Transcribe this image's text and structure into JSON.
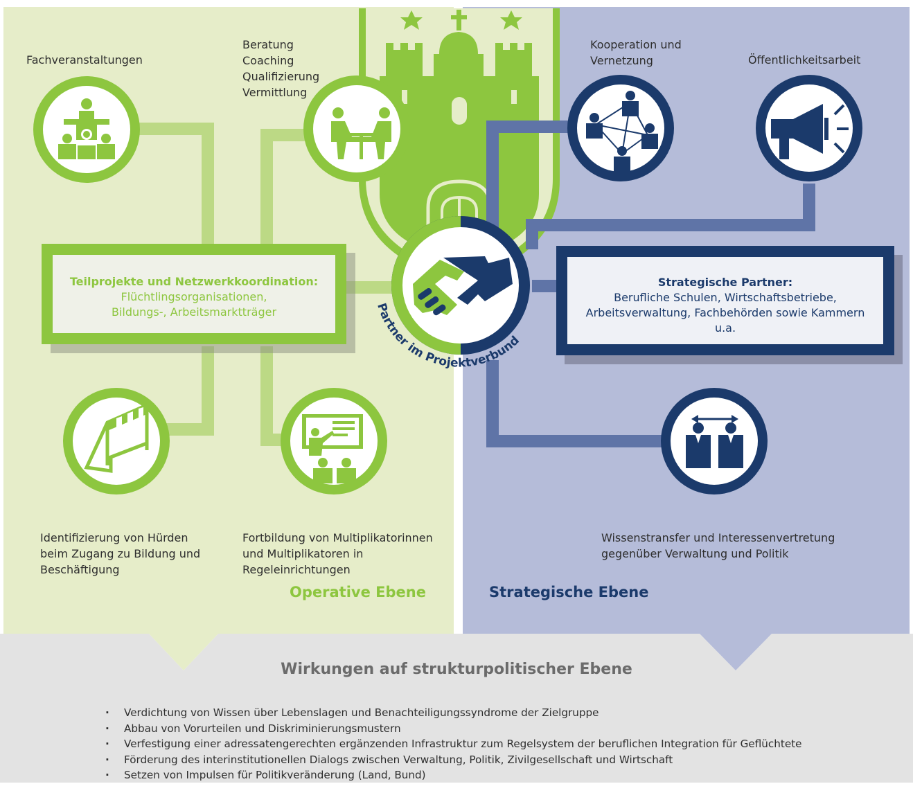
{
  "operative": {
    "title": "Operative Ebene",
    "box_title": "Teilprojekte und Netzwerkkoordination:",
    "box_lines": [
      "Flüchtlingsorganisationen,",
      "Bildungs-, Arbeitsmarktträger"
    ],
    "items": [
      {
        "lines": [
          "Fachveranstaltungen"
        ],
        "icon": "conference-icon"
      },
      {
        "lines": [
          "Beratung",
          "Coaching",
          "Qualifizierung",
          "Vermittlung"
        ],
        "icon": "counseling-icon"
      },
      {
        "lines": [
          "Identifizierung von Hürden",
          "beim Zugang zu Bildung und",
          "Beschäftigung"
        ],
        "icon": "hurdle-icon"
      },
      {
        "lines": [
          "Fortbildung von Multiplikatorinnen",
          "und Multiplikatoren in",
          "Regeleinrichtungen"
        ],
        "icon": "presentation-icon"
      }
    ]
  },
  "center": {
    "label": "Partner im Projektverbund",
    "icon": "handshake-icon",
    "background_icon": "hamburg-coat-of-arms-icon"
  },
  "strategic": {
    "title": "Strategische Ebene",
    "box_title": "Strategische Partner:",
    "box_lines": [
      "Berufliche Schulen, Wirtschaftsbetriebe,",
      "Arbeitsverwaltung, Fachbehörden sowie Kammern",
      "u.a."
    ],
    "items": [
      {
        "lines": [
          "Kooperation und",
          "Vernetzung"
        ],
        "icon": "network-icon"
      },
      {
        "lines": [
          "Öffentlichkeitsarbeit"
        ],
        "icon": "megaphone-icon"
      },
      {
        "lines": [
          "Wissenstransfer und Interessenvertretung",
          "gegenüber Verwaltung und Politik"
        ],
        "icon": "exchange-icon"
      }
    ]
  },
  "impact": {
    "title": "Wirkungen auf strukturpolitischer Ebene",
    "bullets": [
      "Verdichtung von Wissen über Lebenslagen und Benachteiligungssyndrome der Zielgruppe",
      "Abbau von Vorurteilen und Diskriminierungsmustern",
      "Verfestigung einer adressatengerechten ergänzenden Infrastruktur zum Regelsystem der beruflichen Integration für Geflüchtete",
      "Förderung des interinstitutionellen Dialogs zwischen Verwaltung, Politik, Zivilgesellschaft und Wirtschaft",
      "Setzen von Impulsen für Politikveränderung (Land, Bund)"
    ]
  },
  "colors": {
    "green": "#8dc63f",
    "green_light_bg": "#e6edc9",
    "green_line": "#bcd985",
    "navy": "#1b3a6b",
    "blue_bg": "#b5bcd9",
    "blue_line": "#5f74a7",
    "grey_bg": "#e3e3e3"
  }
}
